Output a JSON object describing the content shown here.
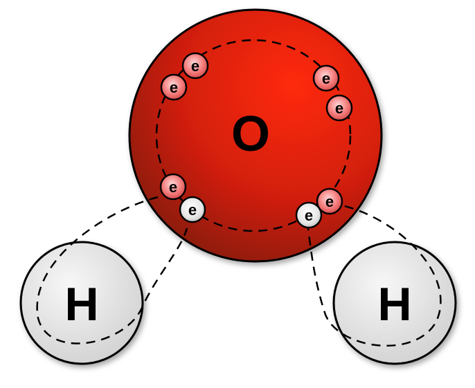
{
  "diagram": {
    "atoms": {
      "oxygen": {
        "symbol": "O",
        "color": "#e8230a"
      },
      "hydrogen_left": {
        "symbol": "H",
        "color": "#e6e6e6"
      },
      "hydrogen_right": {
        "symbol": "H",
        "color": "#e6e6e6"
      }
    },
    "electron_symbol": "e",
    "electron_colors": {
      "oxygen": "#f47a7a",
      "hydrogen": "#f2f2f2"
    }
  }
}
